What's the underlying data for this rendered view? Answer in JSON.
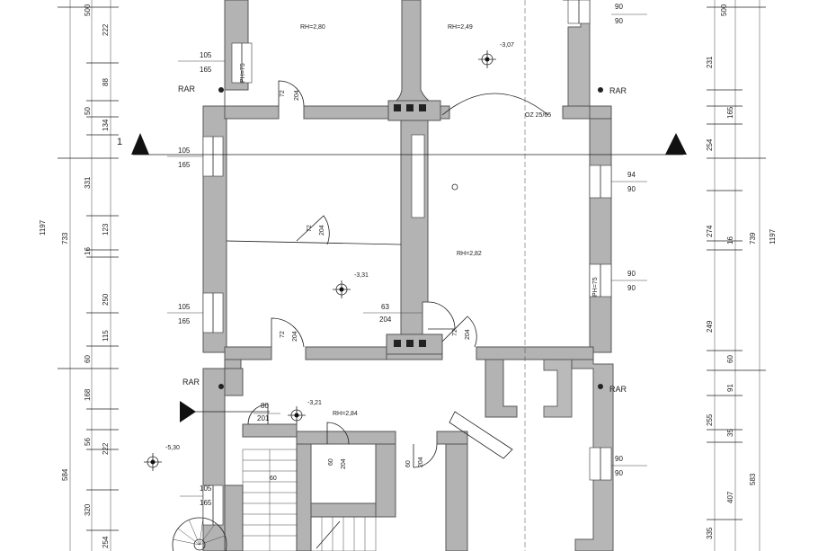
{
  "section_marker": {
    "label": "1"
  },
  "rooms": [
    {
      "id": "r1",
      "height_label": "RH=2,80"
    },
    {
      "id": "r2",
      "height_label": "RH=2,49"
    },
    {
      "id": "r3",
      "height_label": "RH=2,82"
    },
    {
      "id": "r4",
      "height_label": "RH=2,84"
    }
  ],
  "levels": [
    "-3,07",
    "-3,31",
    "-3,21",
    "-5,30"
  ],
  "rar_labels": [
    "RAR",
    "RAR",
    "RAR",
    "RAR"
  ],
  "window_labels": [
    {
      "top": "105",
      "bottom": "165"
    },
    {
      "top": "105",
      "bottom": "165"
    },
    {
      "top": "105",
      "bottom": "165"
    },
    {
      "top": "105",
      "bottom": "165"
    },
    {
      "top": "90",
      "bottom": "90"
    },
    {
      "top": "94",
      "bottom": "90"
    },
    {
      "top": "90",
      "bottom": "90"
    },
    {
      "top": "90",
      "bottom": "90"
    },
    {
      "top": "63",
      "bottom": "204"
    },
    {
      "top": "80",
      "bottom": "201"
    }
  ],
  "door_labels": [
    "72",
    "204",
    "72",
    "204",
    "72",
    "204",
    "72",
    "204",
    "60",
    "204",
    "60",
    "204",
    "60"
  ],
  "parapet_labels": [
    "PH=75",
    "PH=75"
  ],
  "other_labels": [
    "OZ 25/65"
  ],
  "left_dims_outer": [
    "733",
    "1197",
    "584"
  ],
  "left_dims_inner": [
    "222",
    "88",
    "50",
    "134",
    "331",
    "123",
    "16",
    "250",
    "115",
    "60",
    "168",
    "56",
    "222",
    "320",
    "254"
  ],
  "right_dims_inner": [
    "231",
    "165",
    "254",
    "274",
    "16",
    "249",
    "60",
    "91",
    "255",
    "35",
    "407",
    "335"
  ],
  "right_dims_outer": [
    "739",
    "1197",
    "583"
  ],
  "top_edge_labels": [
    "500",
    "500"
  ]
}
